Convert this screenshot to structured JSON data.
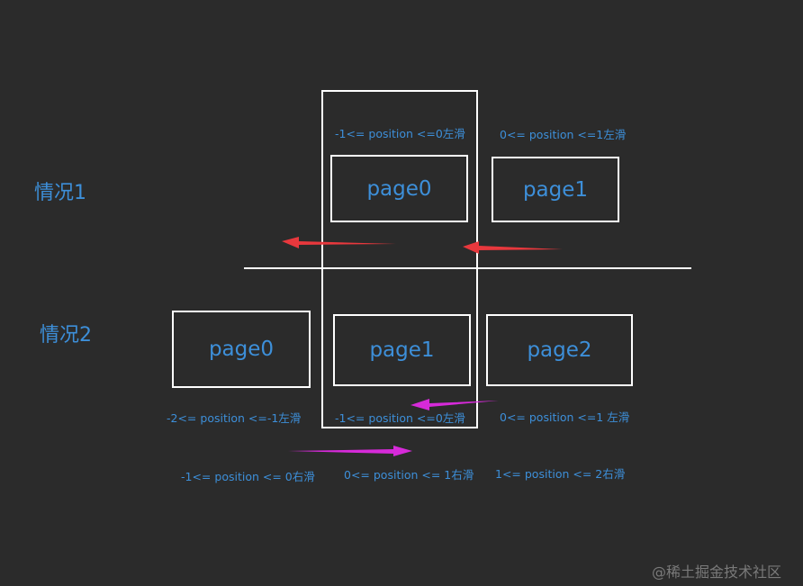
{
  "case1": {
    "label": "情况1",
    "pages": [
      "page0",
      "page1"
    ],
    "notes": [
      "-1<= position <=0左滑",
      "0<= position <=1左滑"
    ]
  },
  "case2": {
    "label": "情况2",
    "pages": [
      "page0",
      "page1",
      "page2"
    ],
    "notes_left": [
      "-2<= position <=-1左滑",
      "-1<= position <=0左滑",
      "0<= position <=1  左滑"
    ],
    "notes_right": [
      "-1<= position <= 0右滑",
      "0<= position <= 1右滑",
      "1<= position <= 2右滑"
    ]
  },
  "colors": {
    "text": "#3d8fd9",
    "lines": "#ffffff",
    "arrow_case1": "#e8383d",
    "arrow_case2": "#d62ad9",
    "background": "#2b2b2b"
  },
  "watermark": "@稀土掘金技术社区"
}
